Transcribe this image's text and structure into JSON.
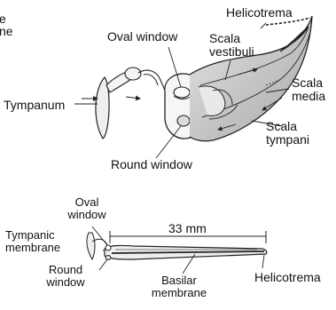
{
  "top_figure": {
    "labels": {
      "corner_line1": "e",
      "corner_line2": "ne",
      "helicotrema": "Helicotrema",
      "oval_window": "Oval window",
      "scala_vestibuli_line1": "Scala",
      "scala_vestibuli_line2": "vestibuli",
      "scala_media_line1": "Scala",
      "scala_media_line2": "media",
      "tympanum": "Tympanum",
      "scala_tympani_line1": "Scala",
      "scala_tympani_line2": "tympani",
      "round_window": "Round window"
    }
  },
  "bottom_figure": {
    "labels": {
      "oval_window_line1": "Oval",
      "oval_window_line2": "window",
      "tympanic_membrane_line1": "Tympanic",
      "tympanic_membrane_line2": "membrane",
      "length": "33 mm",
      "round_window_line1": "Round",
      "round_window_line2": "window",
      "basilar_membrane_line1": "Basilar",
      "basilar_membrane_line2": "membrane",
      "helicotrema": "Helicotrema"
    }
  },
  "colors": {
    "line": "#222222",
    "fill_light": "#f2f2f2",
    "fill_shade": "#c8c8c8"
  }
}
